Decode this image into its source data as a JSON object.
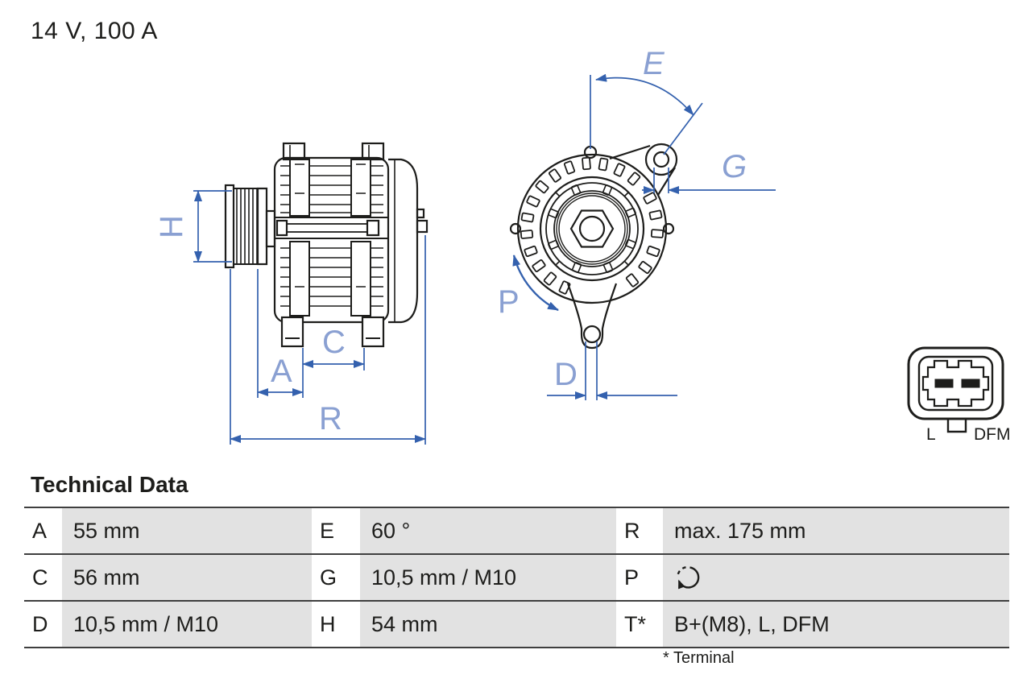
{
  "page": {
    "title": "14 V, 100 A"
  },
  "diagram": {
    "dimension_labels": {
      "h": "H",
      "a": "A",
      "c": "C",
      "r": "R",
      "e": "E",
      "g": "G",
      "p": "P",
      "d": "D"
    },
    "connector_labels": {
      "left": "L",
      "right": "DFM"
    },
    "colors": {
      "dimension_line_blue": "#3461ae",
      "dimension_label_blue": "#8aa0d2",
      "drawing_black": "#1d1d1b",
      "table_value_gray": "#e2e2e2"
    }
  },
  "technical_data": {
    "heading": "Technical Data",
    "rows": [
      [
        {
          "label": "A",
          "value": "55 mm"
        },
        {
          "label": "E",
          "value": "60 °"
        },
        {
          "label": "R",
          "value": "max. 175 mm"
        }
      ],
      [
        {
          "label": "C",
          "value": "56 mm"
        },
        {
          "label": "G",
          "value": "10,5 mm / M10"
        },
        {
          "label": "P",
          "value": "",
          "icon": "rotation-direction"
        }
      ],
      [
        {
          "label": "D",
          "value": "10,5 mm / M10"
        },
        {
          "label": "H",
          "value": "54 mm"
        },
        {
          "label": "T*",
          "value": "B+(M8), L, DFM"
        }
      ]
    ],
    "footnote": "* Terminal"
  }
}
